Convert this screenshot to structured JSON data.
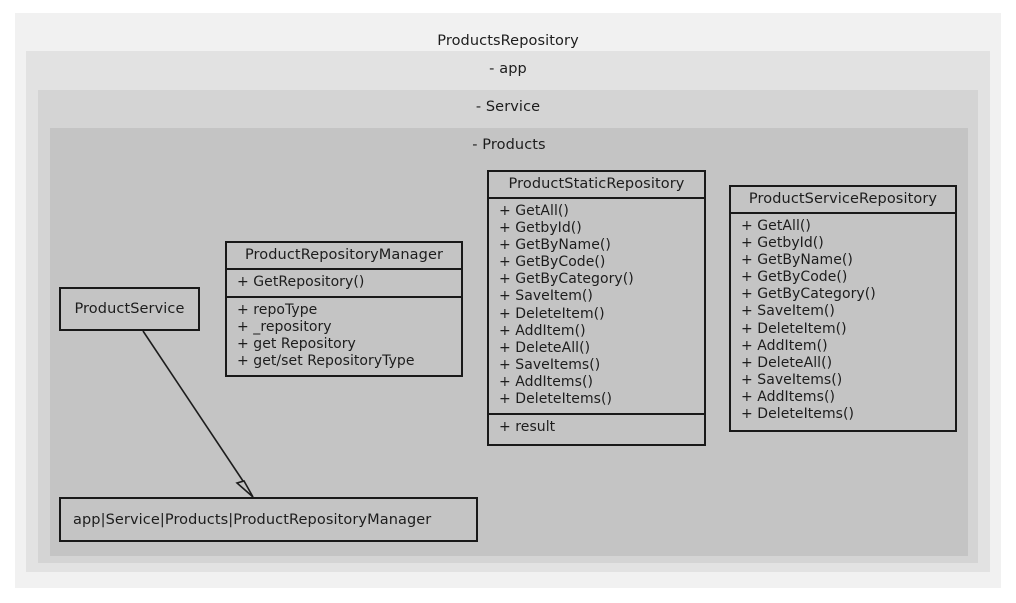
{
  "diagram": {
    "title": "ProductsRepository",
    "packages": [
      {
        "name": "root",
        "label": "ProductsRepository",
        "fill": "#f1f1f1"
      },
      {
        "name": "app",
        "label": "- app",
        "fill": "#e2e2e2"
      },
      {
        "name": "service",
        "label": "- Service",
        "fill": "#d4d4d4"
      },
      {
        "name": "products",
        "label": "- Products",
        "fill": "#c4c4c4"
      }
    ],
    "classes": {
      "product_static_repository": {
        "title": "ProductStaticRepository",
        "methods": [
          "+ GetAll()",
          "+ GetbyId()",
          "+ GetByName()",
          "+ GetByCode()",
          "+ GetByCategory()",
          "+ SaveItem()",
          "+ DeleteItem()",
          "+ AddItem()",
          "+ DeleteAll()",
          "+ SaveItems()",
          "+ AddItems()",
          "+ DeleteItems()"
        ],
        "attributes": [
          "+ result"
        ]
      },
      "product_service_repository": {
        "title": "ProductServiceRepository",
        "methods": [
          "+ GetAll()",
          "+ GetbyId()",
          "+ GetByName()",
          "+ GetByCode()",
          "+ GetByCategory()",
          "+ SaveItem()",
          "+ DeleteItem()",
          "+ AddItem()",
          "+ DeleteAll()",
          "+ SaveItems()",
          "+ AddItems()",
          "+ DeleteItems()"
        ]
      },
      "product_repository_manager": {
        "title": "ProductRepositoryManager",
        "methods": [
          "+ GetRepository()"
        ],
        "attributes": [
          "+ repoType",
          "+ _repository",
          "+ get Repository",
          "+ get/set RepositoryType"
        ]
      },
      "product_service": {
        "title": "ProductService"
      },
      "qualified_reference": {
        "title": "app|Service|Products|ProductRepositoryManager"
      }
    },
    "connectors": [
      {
        "name": "product-service-to-qualified-reference",
        "from": "ProductService",
        "to": "app|Service|Products|ProductRepositoryManager",
        "arrowhead": "hollow-triangle",
        "line": "solid"
      }
    ],
    "colors": {
      "class_fill": "#c4c4c4",
      "class_border": "#191919",
      "text": "#1d1d1d",
      "connector": "#1d1d1d",
      "canvas": "#ffffff"
    }
  }
}
